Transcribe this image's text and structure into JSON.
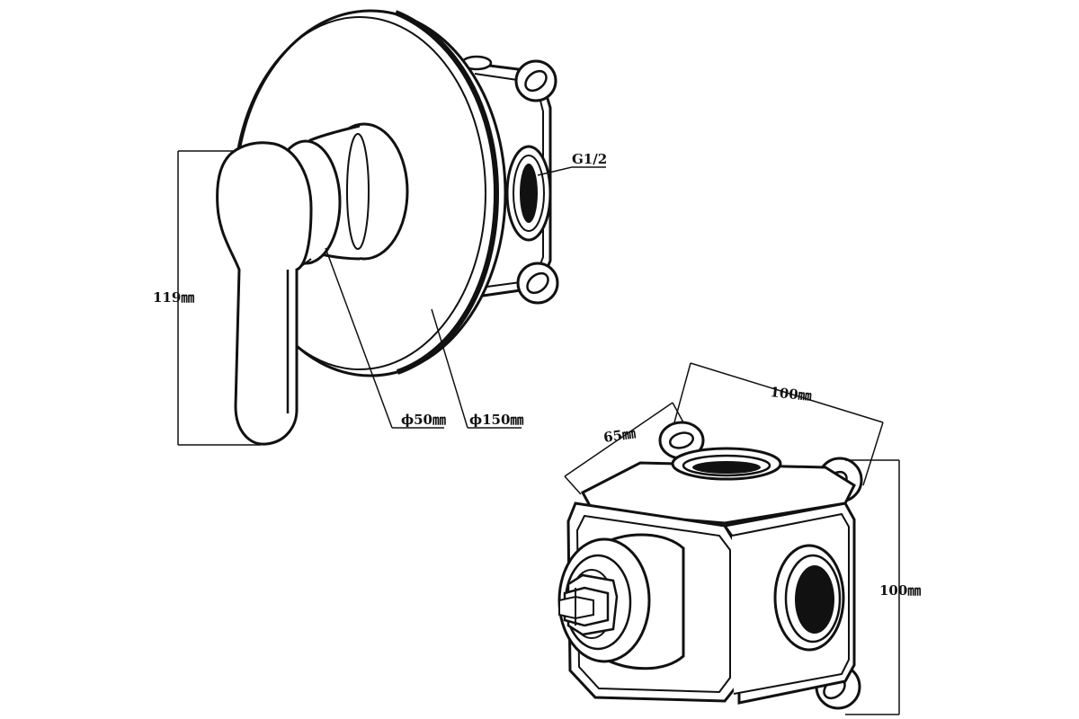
{
  "dimensions": {
    "handle_height": "119㎜",
    "handle_diameter": "ϕ50㎜",
    "plate_diameter": "ϕ150㎜",
    "thread": "G1/2",
    "box_depth": "65㎜",
    "box_width": "100㎜",
    "box_height": "100㎜"
  },
  "colors": {
    "line": "#111111",
    "background": "#ffffff",
    "fill": "#ffffff"
  }
}
